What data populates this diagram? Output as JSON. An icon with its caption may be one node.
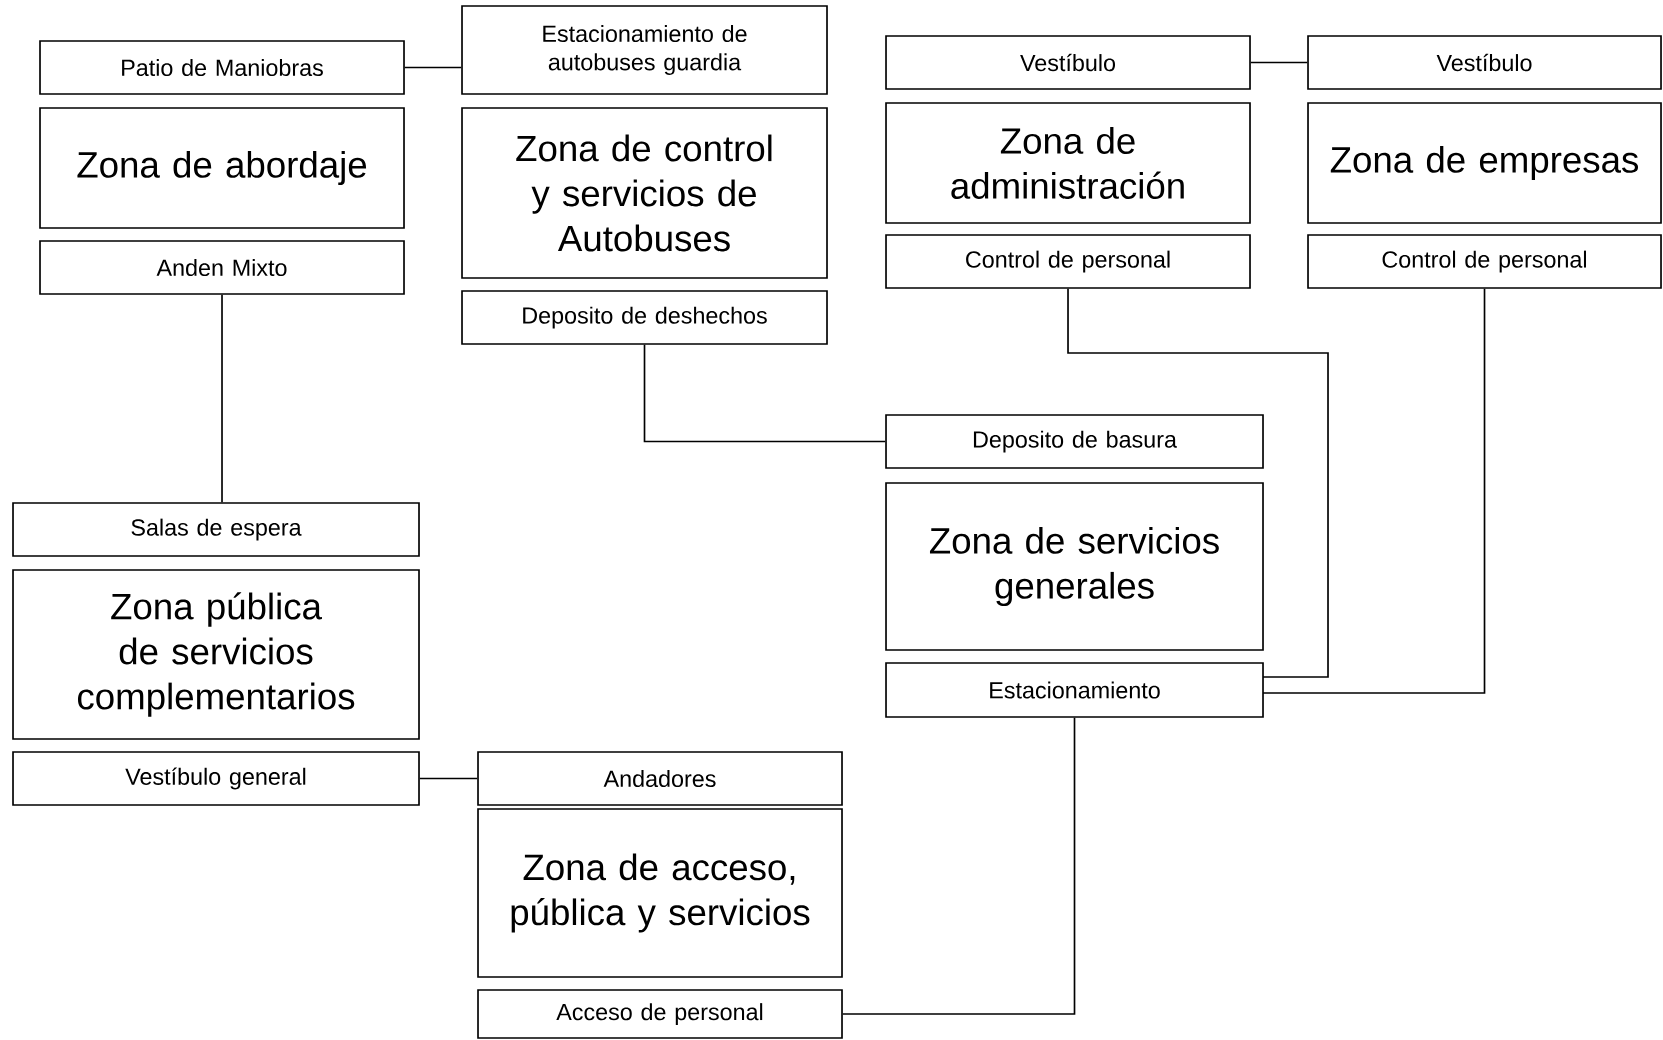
{
  "diagram": {
    "nodes": [
      {
        "text": [
          "Patio de Maniobras"
        ]
      },
      {
        "text": [
          "Estacionamiento de autobuses guardia"
        ]
      },
      {
        "text": [
          "Zona de abordaje"
        ]
      },
      {
        "text": [
          "Zona de control y servicios de Autobuses"
        ]
      },
      {
        "text": [
          "Anden Mixto"
        ]
      },
      {
        "text": [
          "Deposito de deshechos"
        ]
      },
      {
        "text": [
          "Vestíbulo"
        ]
      },
      {
        "text": [
          "Vestíbulo"
        ]
      },
      {
        "text": [
          "Zona de administración"
        ]
      },
      {
        "text": [
          "Zona de empresas"
        ]
      },
      {
        "text": [
          "Control de personal"
        ]
      },
      {
        "text": [
          "Control de personal"
        ]
      },
      {
        "text": [
          "Deposito de basura"
        ]
      },
      {
        "text": [
          "Zona de servicios generales"
        ]
      },
      {
        "text": [
          "Estacionamiento"
        ]
      },
      {
        "text": [
          "Salas de espera"
        ]
      },
      {
        "text": [
          "Zona pública de servicios complementarios"
        ]
      },
      {
        "text": [
          "Vestíbulo general"
        ]
      },
      {
        "text": [
          "Andadores"
        ]
      },
      {
        "text": [
          "Zona de acceso, pública y servicios"
        ]
      },
      {
        "text": [
          "Acceso de personal"
        ]
      }
    ],
    "edges": [
      {
        "from": 0,
        "to": 1,
        "arrow": "none"
      },
      {
        "from": 4,
        "to": 15,
        "arrow": "none"
      },
      {
        "from": 5,
        "to": 12,
        "arrow": "none"
      },
      {
        "from": 6,
        "to": 7,
        "arrow": "none"
      },
      {
        "from": 10,
        "to": 14,
        "arrow": "none"
      },
      {
        "from": 11,
        "to": 14,
        "arrow": "none"
      },
      {
        "from": 17,
        "to": 18,
        "arrow": "none"
      },
      {
        "from": 14,
        "to": 20,
        "arrow": "none"
      }
    ]
  }
}
